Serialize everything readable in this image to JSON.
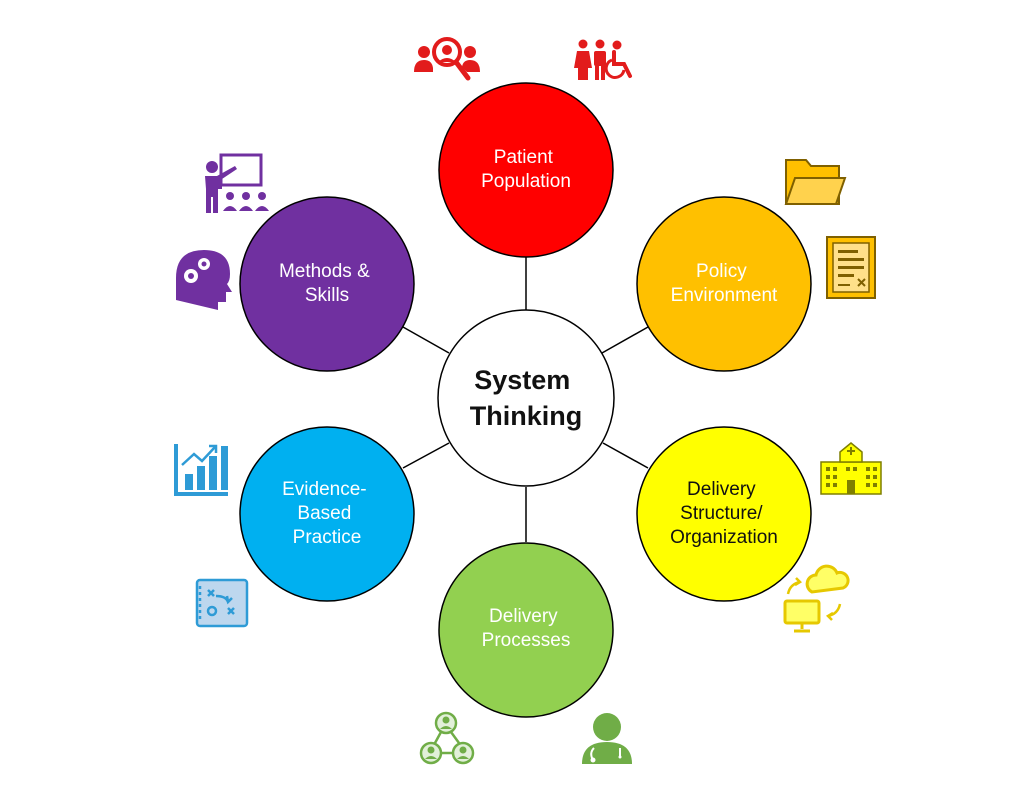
{
  "center": {
    "line1": "System",
    "line2": "Thinking"
  },
  "nodes": [
    {
      "id": "patient-population",
      "lines": [
        "Patient",
        "Population"
      ],
      "color": "#FF0000",
      "text_color": "#FFFFFF",
      "icons": [
        "user-search-icon",
        "people-accessibility-icon"
      ]
    },
    {
      "id": "policy-environment",
      "lines": [
        "Policy",
        "Environment"
      ],
      "color": "#FFC000",
      "text_color": "#FFFFFF",
      "icons": [
        "folder-icon",
        "document-contract-icon"
      ]
    },
    {
      "id": "delivery-structure",
      "lines": [
        "Delivery",
        "Structure/",
        "Organization"
      ],
      "color": "#FFFF00",
      "text_color": "#111111",
      "icons": [
        "hospital-building-icon",
        "cloud-sync-computer-icon"
      ]
    },
    {
      "id": "delivery-processes",
      "lines": [
        "Delivery",
        "Processes"
      ],
      "color": "#92D050",
      "text_color": "#FFFFFF",
      "icons": [
        "network-people-icon",
        "doctor-icon"
      ]
    },
    {
      "id": "evidence-based-practice",
      "lines": [
        "Evidence-",
        "Based",
        "Practice"
      ],
      "color": "#00B0F0",
      "text_color": "#FFFFFF",
      "icons": [
        "bar-chart-growth-icon",
        "strategy-board-icon"
      ]
    },
    {
      "id": "methods-skills",
      "lines": [
        "Methods &",
        "Skills"
      ],
      "color": "#7030A0",
      "text_color": "#FFFFFF",
      "icons": [
        "teacher-presentation-icon",
        "head-gears-icon"
      ]
    }
  ]
}
